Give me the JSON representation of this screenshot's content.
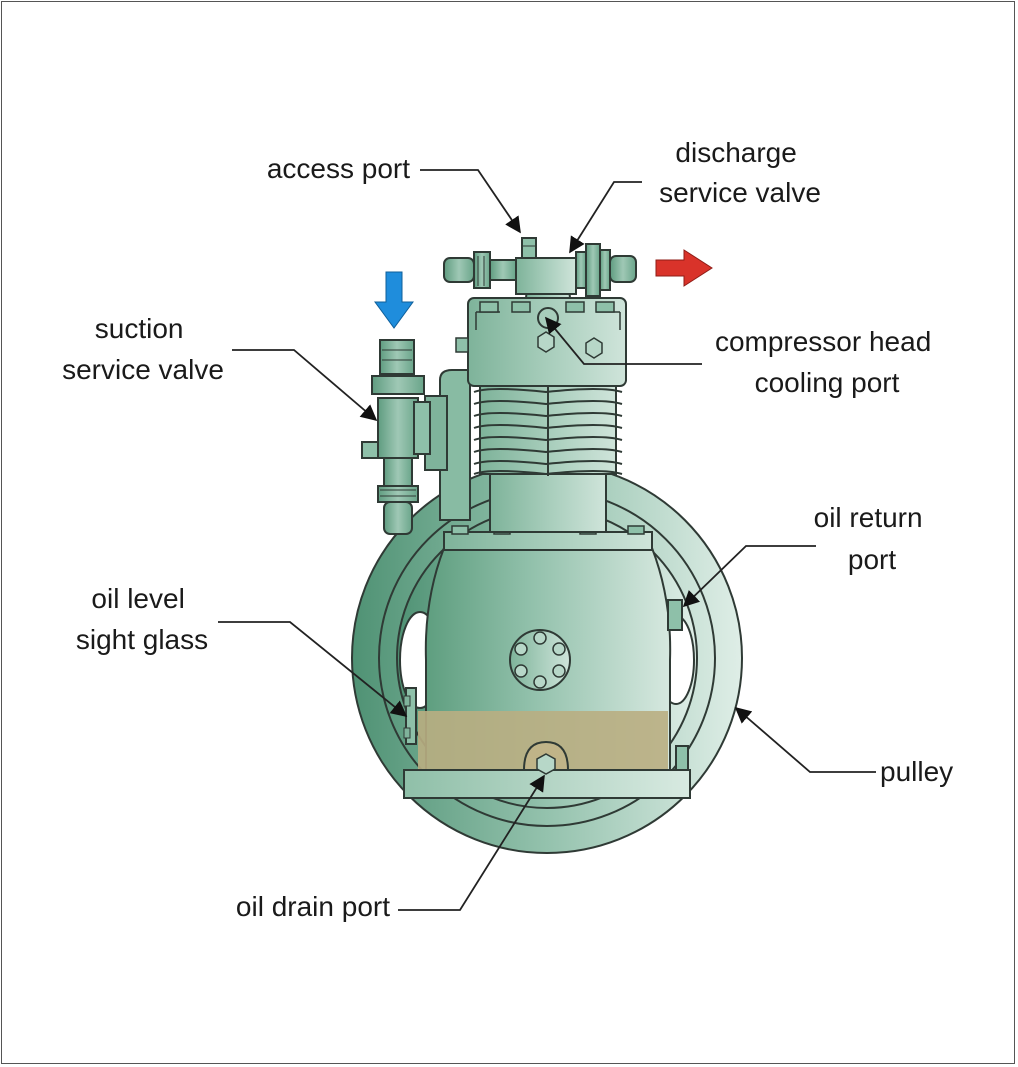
{
  "colors": {
    "body_light": "#d3e6dd",
    "body_dark": "#5e9e7f",
    "body_mid": "#9cc6b2",
    "outline": "#2f3a35",
    "oil": "#b9ae82",
    "suction_arrow": "#1f8ddc",
    "discharge_arrow": "#d9332a",
    "leader": "#222222"
  },
  "labels": {
    "access_port": [
      "access port"
    ],
    "discharge_service_valve": [
      "discharge",
      "service valve"
    ],
    "suction_service_valve": [
      "suction",
      "service valve"
    ],
    "compressor_head_cooling_port": [
      "compressor head",
      "cooling port"
    ],
    "oil_return_port": [
      "oil return",
      "port"
    ],
    "oil_level_sight_glass": [
      "oil level",
      "sight glass"
    ],
    "pulley": [
      "pulley"
    ],
    "oil_drain_port": [
      "oil drain port"
    ]
  },
  "flow": {
    "suction_arrow_icon": "arrow-down-icon",
    "discharge_arrow_icon": "arrow-right-icon"
  }
}
